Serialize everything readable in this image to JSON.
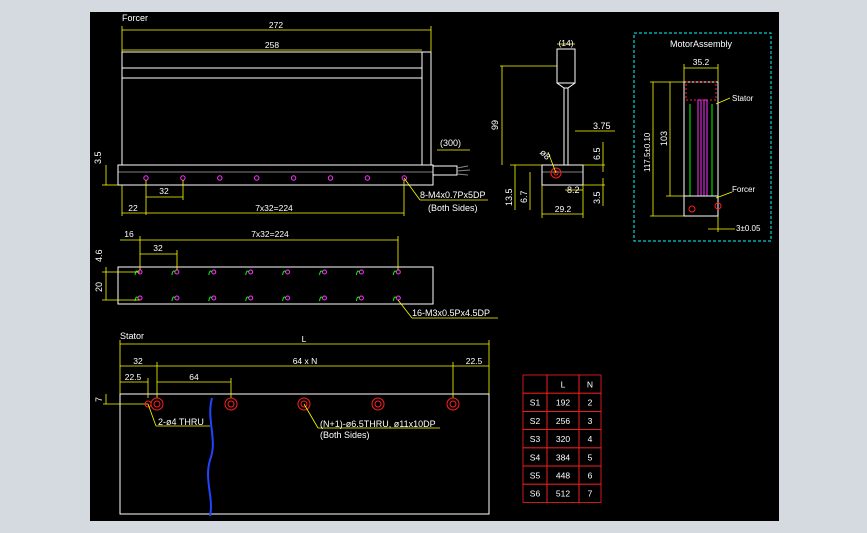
{
  "colors": {
    "background": "#000000",
    "frame": "#d5d9e0",
    "yellow": "#ffff00",
    "white": "#ffffff",
    "cyan": "#00ffff",
    "red": "#ff2020",
    "green": "#00ff00",
    "magenta": "#ff33ff",
    "blue": "#2244ff"
  },
  "labels": {
    "forcer": "Forcer",
    "stator": "Stator",
    "motor_assembly": "MotorAssembly",
    "stator_small": "Stator",
    "forcer_small": "Forcer"
  },
  "forcer_top": {
    "dim_272": "272",
    "dim_258": "258",
    "dim_35": "3.5",
    "dim_300": "(300)",
    "dim_32": "32",
    "dim_22": "22",
    "dim_7x32": "7x32=224",
    "note1": "8-M4x0.7Px5DP",
    "note2": "(Both Sides)"
  },
  "forcer_side": {
    "dim_14": "(14)",
    "dim_99": "99",
    "dim_375": "3.75",
    "dim_phi8": "ø8",
    "dim_65": "6.5",
    "dim_135": "13.5",
    "dim_67": "6.7",
    "dim_82": "8.2",
    "dim_35": "3.5",
    "dim_292": "29.2"
  },
  "forcer_bottom": {
    "dim_16": "16",
    "dim_32": "32",
    "dim_7x32": "7x32=224",
    "dim_46": "4.6",
    "dim_20": "20",
    "note": "16-M3x0.5Px4.5DP"
  },
  "assembly": {
    "dim_352": "35.2",
    "dim_1175": "117.5±0.10",
    "dim_103": "103",
    "dim_3": "3±0.05"
  },
  "stator": {
    "dim_L": "L",
    "dim_32": "32",
    "dim_64xN": "64 x N",
    "dim_225a": "22.5",
    "dim_225b": "22.5",
    "dim_64": "64",
    "dim_7": "7",
    "note_thru": "2-ø4 THRU",
    "note_holes1": "(N+1)-ø6.5THRU, ø11x10DP",
    "note_holes2": "(Both Sides)"
  },
  "table": {
    "headers": [
      "",
      "L",
      "N"
    ],
    "rows": [
      [
        "S1",
        "192",
        "2"
      ],
      [
        "S2",
        "256",
        "3"
      ],
      [
        "S3",
        "320",
        "4"
      ],
      [
        "S4",
        "384",
        "5"
      ],
      [
        "S5",
        "448",
        "6"
      ],
      [
        "S6",
        "512",
        "7"
      ]
    ]
  }
}
